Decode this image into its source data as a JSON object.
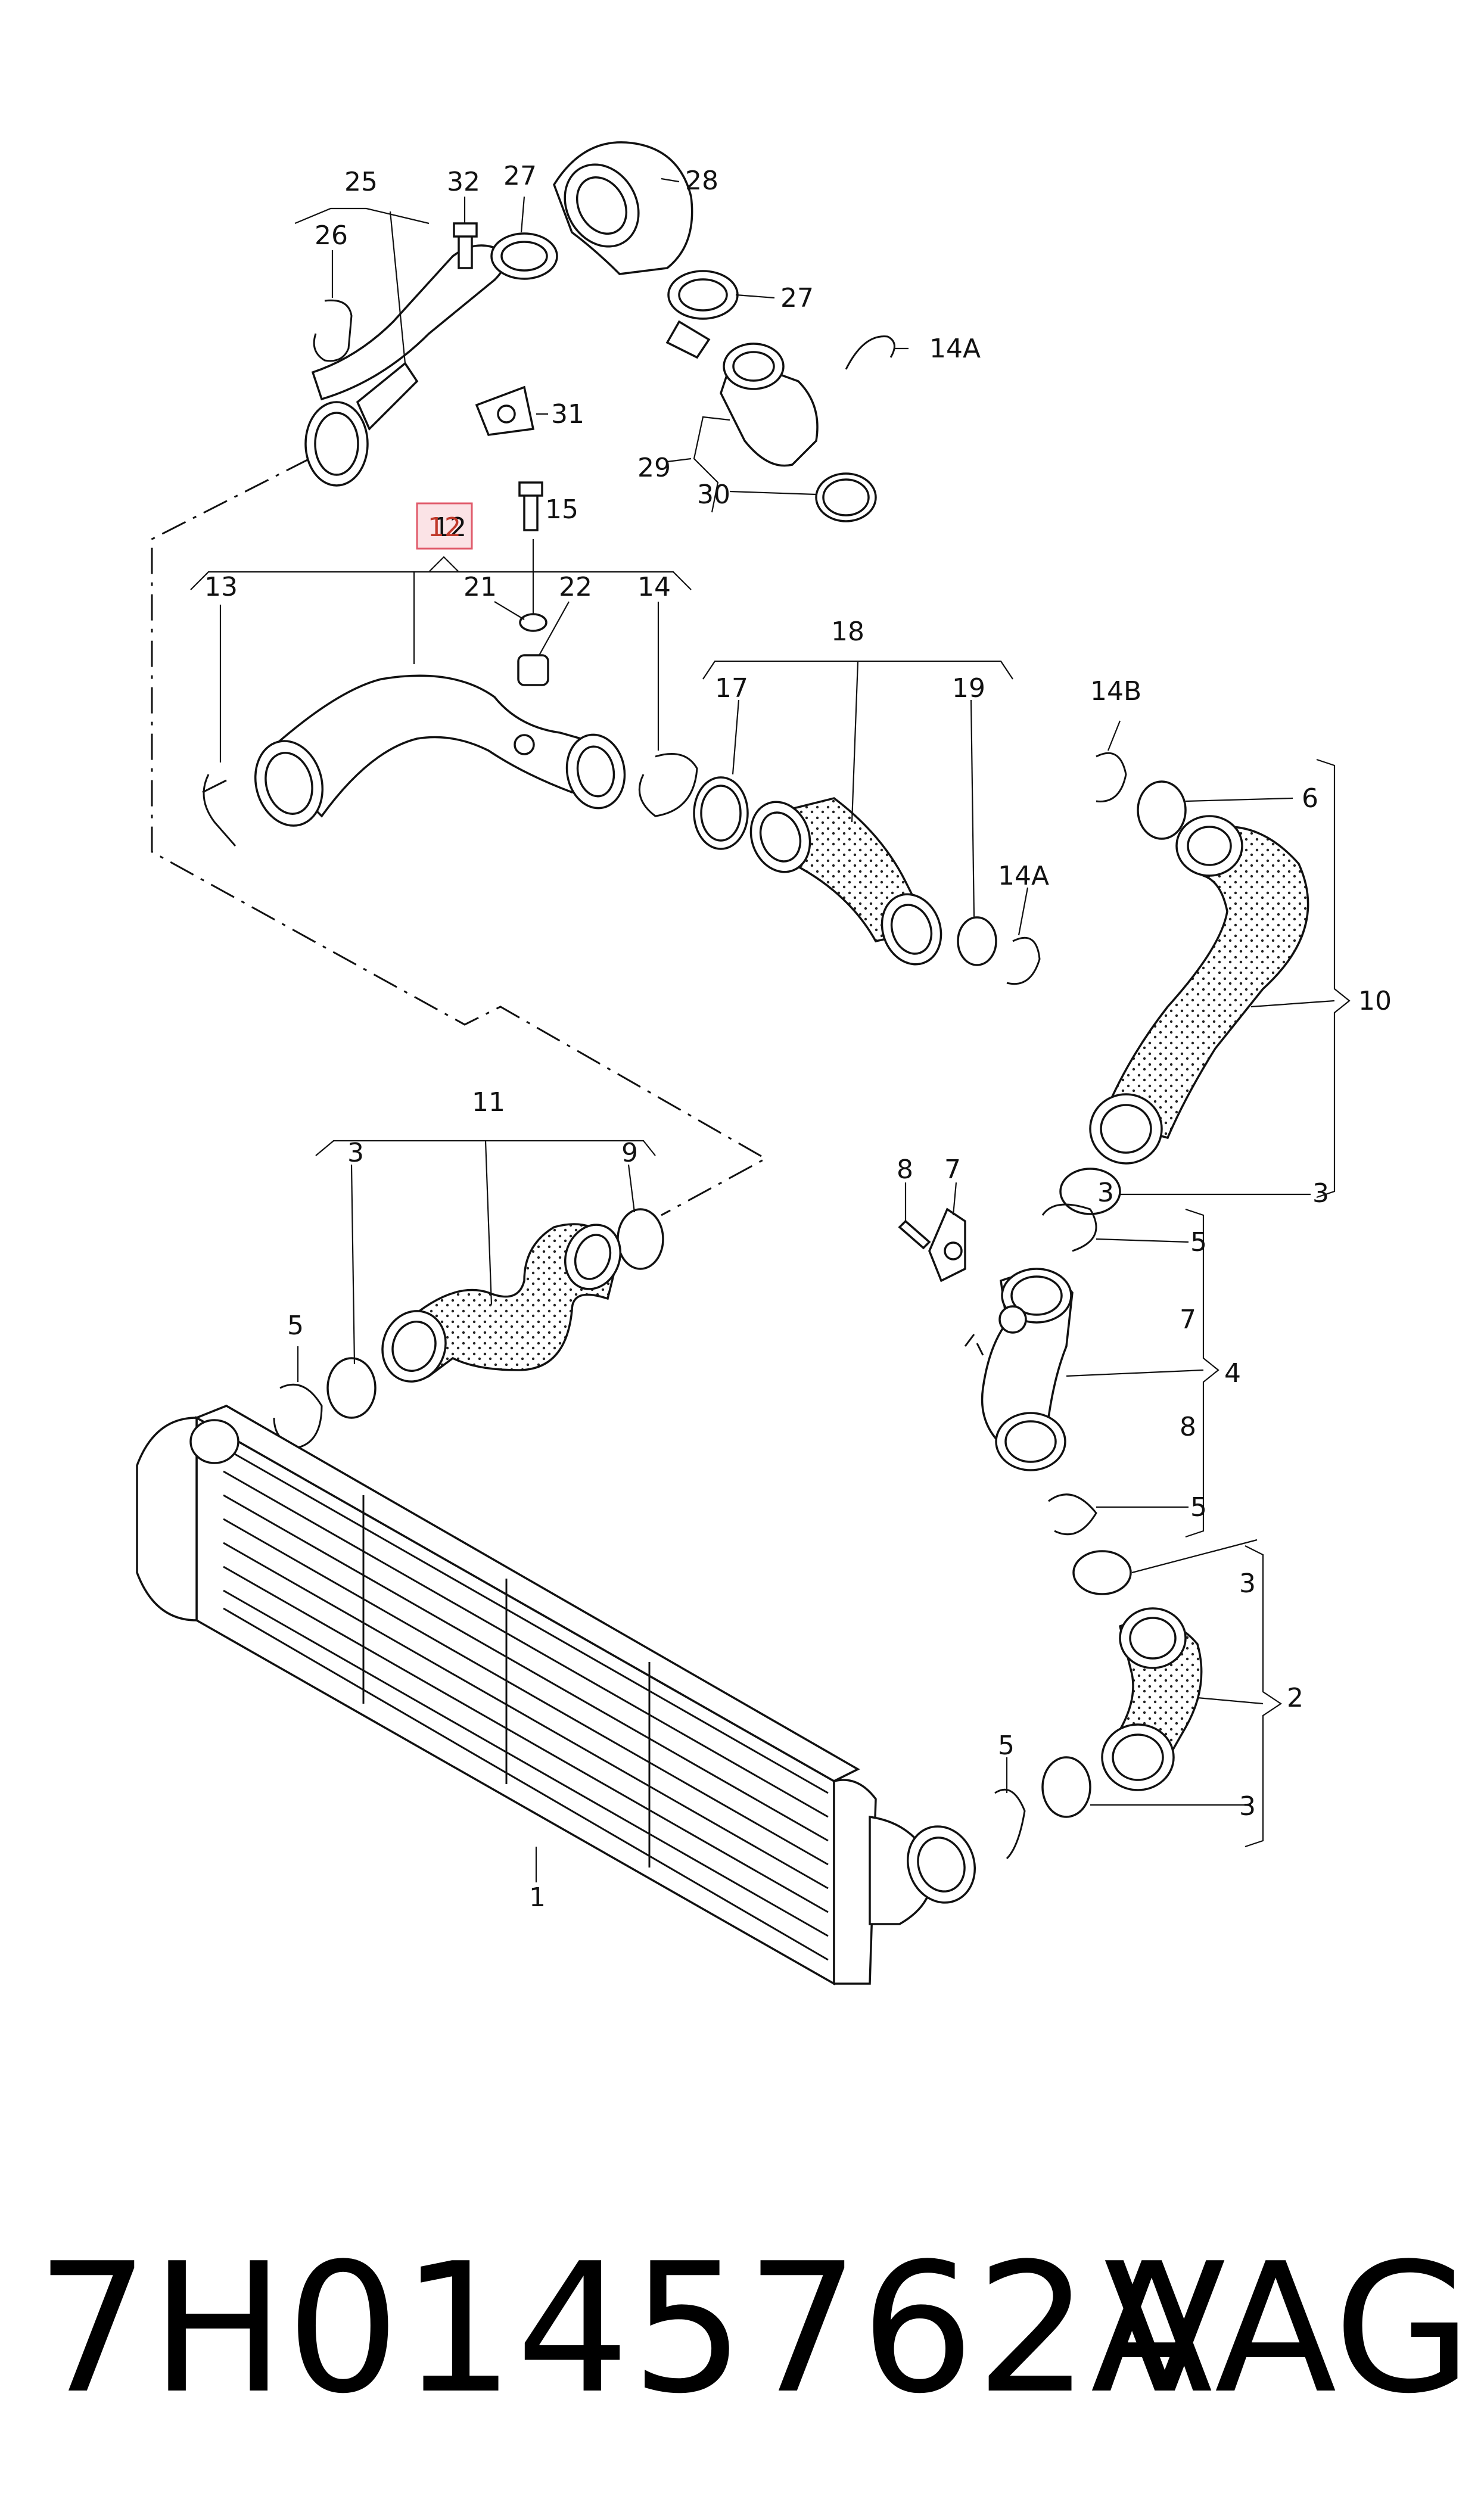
{
  "diagram": {
    "callouts": [
      "1",
      "2",
      "3",
      "3",
      "3",
      "3",
      "3",
      "4",
      "5",
      "5",
      "5",
      "5",
      "6",
      "7",
      "7",
      "8",
      "8",
      "9",
      "10",
      "11",
      "12",
      "13",
      "14",
      "14A",
      "14A",
      "14B",
      "15",
      "17",
      "18",
      "19",
      "21",
      "22",
      "25",
      "26",
      "27",
      "27",
      "28",
      "29",
      "30",
      "31",
      "32"
    ],
    "highlighted_callout": "12",
    "highlight_color": "#e05a6a",
    "highlight_fill": "#fbe3e6"
  },
  "footer": {
    "part_number": "7H0145762A",
    "brand": "VAG"
  }
}
